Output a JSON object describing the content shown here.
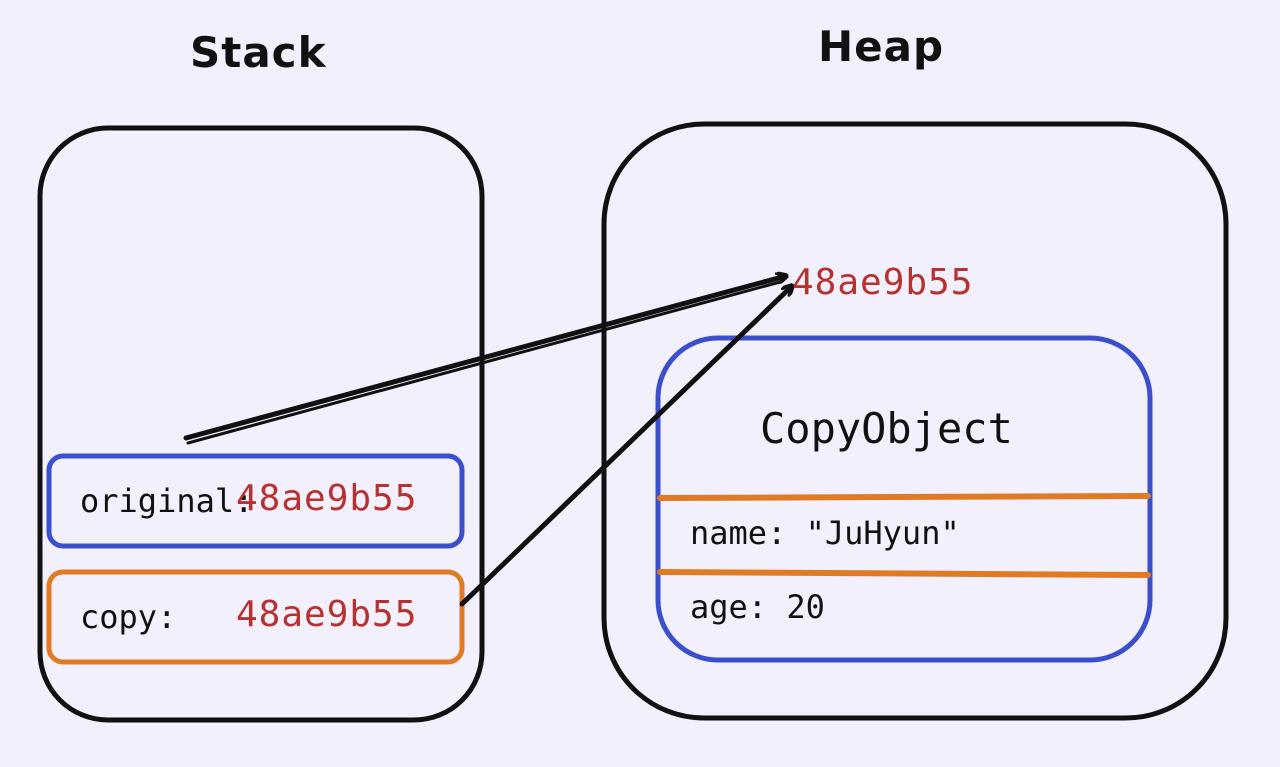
{
  "colors": {
    "background": "#f1f0fc",
    "ink": "#111111",
    "address": "#b8312f",
    "blue": "#3b4fcc",
    "orange": "#e07b24"
  },
  "stack": {
    "title": "Stack",
    "original": {
      "label": "original:",
      "address": "48ae9b55"
    },
    "copy": {
      "label": "copy:",
      "address": "48ae9b55"
    }
  },
  "heap": {
    "title": "Heap",
    "address": "48ae9b55",
    "object": {
      "class_name": "CopyObject",
      "fields": [
        {
          "text": "name: \"JuHyun\""
        },
        {
          "text": "age: 20"
        }
      ]
    }
  }
}
